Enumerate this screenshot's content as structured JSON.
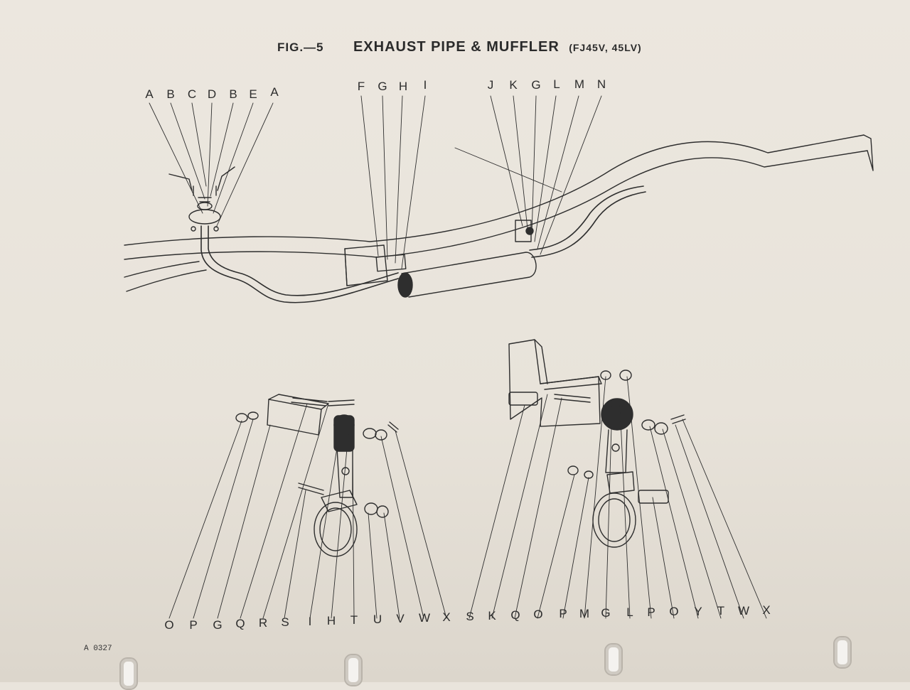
{
  "figure": {
    "number": "FIG.—5",
    "title": "EXHAUST PIPE & MUFFLER",
    "models": "(FJ45V, 45LV)",
    "page_code": "A 0327"
  },
  "labels": {
    "top": [
      "A",
      "B",
      "C",
      "D",
      "B",
      "E",
      "A",
      "F",
      "G",
      "H",
      "I",
      "J",
      "K",
      "G",
      "L",
      "M",
      "N"
    ],
    "bottom": [
      "O",
      "P",
      "G",
      "Q",
      "R",
      "S",
      "I",
      "H",
      "T",
      "U",
      "V",
      "W",
      "X",
      "S",
      "K",
      "Q",
      "O",
      "P",
      "M",
      "G",
      "L",
      "P",
      "O",
      "Y",
      "T",
      "W",
      "X"
    ]
  },
  "colors": {
    "paper": "#e9e4dc",
    "ink": "#2c2c2c"
  }
}
